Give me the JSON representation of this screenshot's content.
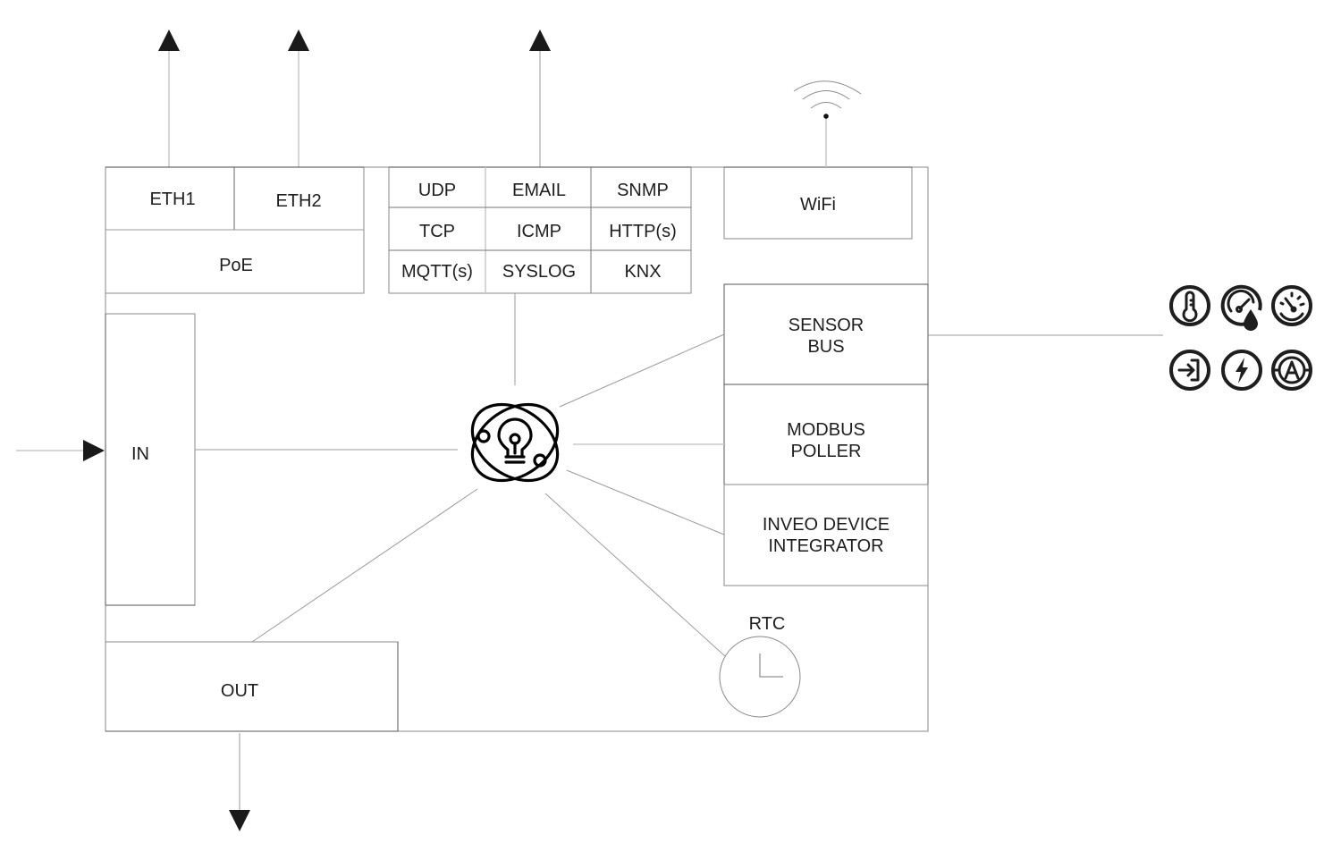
{
  "diagram": {
    "ports": {
      "eth1": "ETH1",
      "eth2": "ETH2",
      "poe": "PoE"
    },
    "protocols": [
      [
        "UDP",
        "EMAIL",
        "SNMP"
      ],
      [
        "TCP",
        "ICMP",
        "HTTP(s)"
      ],
      [
        "MQTT(s)",
        "SYSLOG",
        "KNX"
      ]
    ],
    "wifi": "WiFi",
    "modules": {
      "sensor_bus": [
        "SENSOR",
        "BUS"
      ],
      "modbus_poller": [
        "MODBUS",
        "POLLER"
      ],
      "inveo_device_integrator": [
        "INVEO DEVICE",
        "INTEGRATOR"
      ]
    },
    "io": {
      "in": "IN",
      "out": "OUT"
    },
    "rtc": "RTC",
    "hub_icon": "atom-lightbulb-icon",
    "sensor_icons": [
      "thermometer-icon",
      "humidity-gauge-icon",
      "pressure-gauge-icon",
      "digital-input-icon",
      "power-icon",
      "current-ampere-icon"
    ],
    "colors": {
      "lines": "#9a9a9a",
      "text": "#1e1e1e",
      "arrows": "#1a1a1a"
    }
  }
}
